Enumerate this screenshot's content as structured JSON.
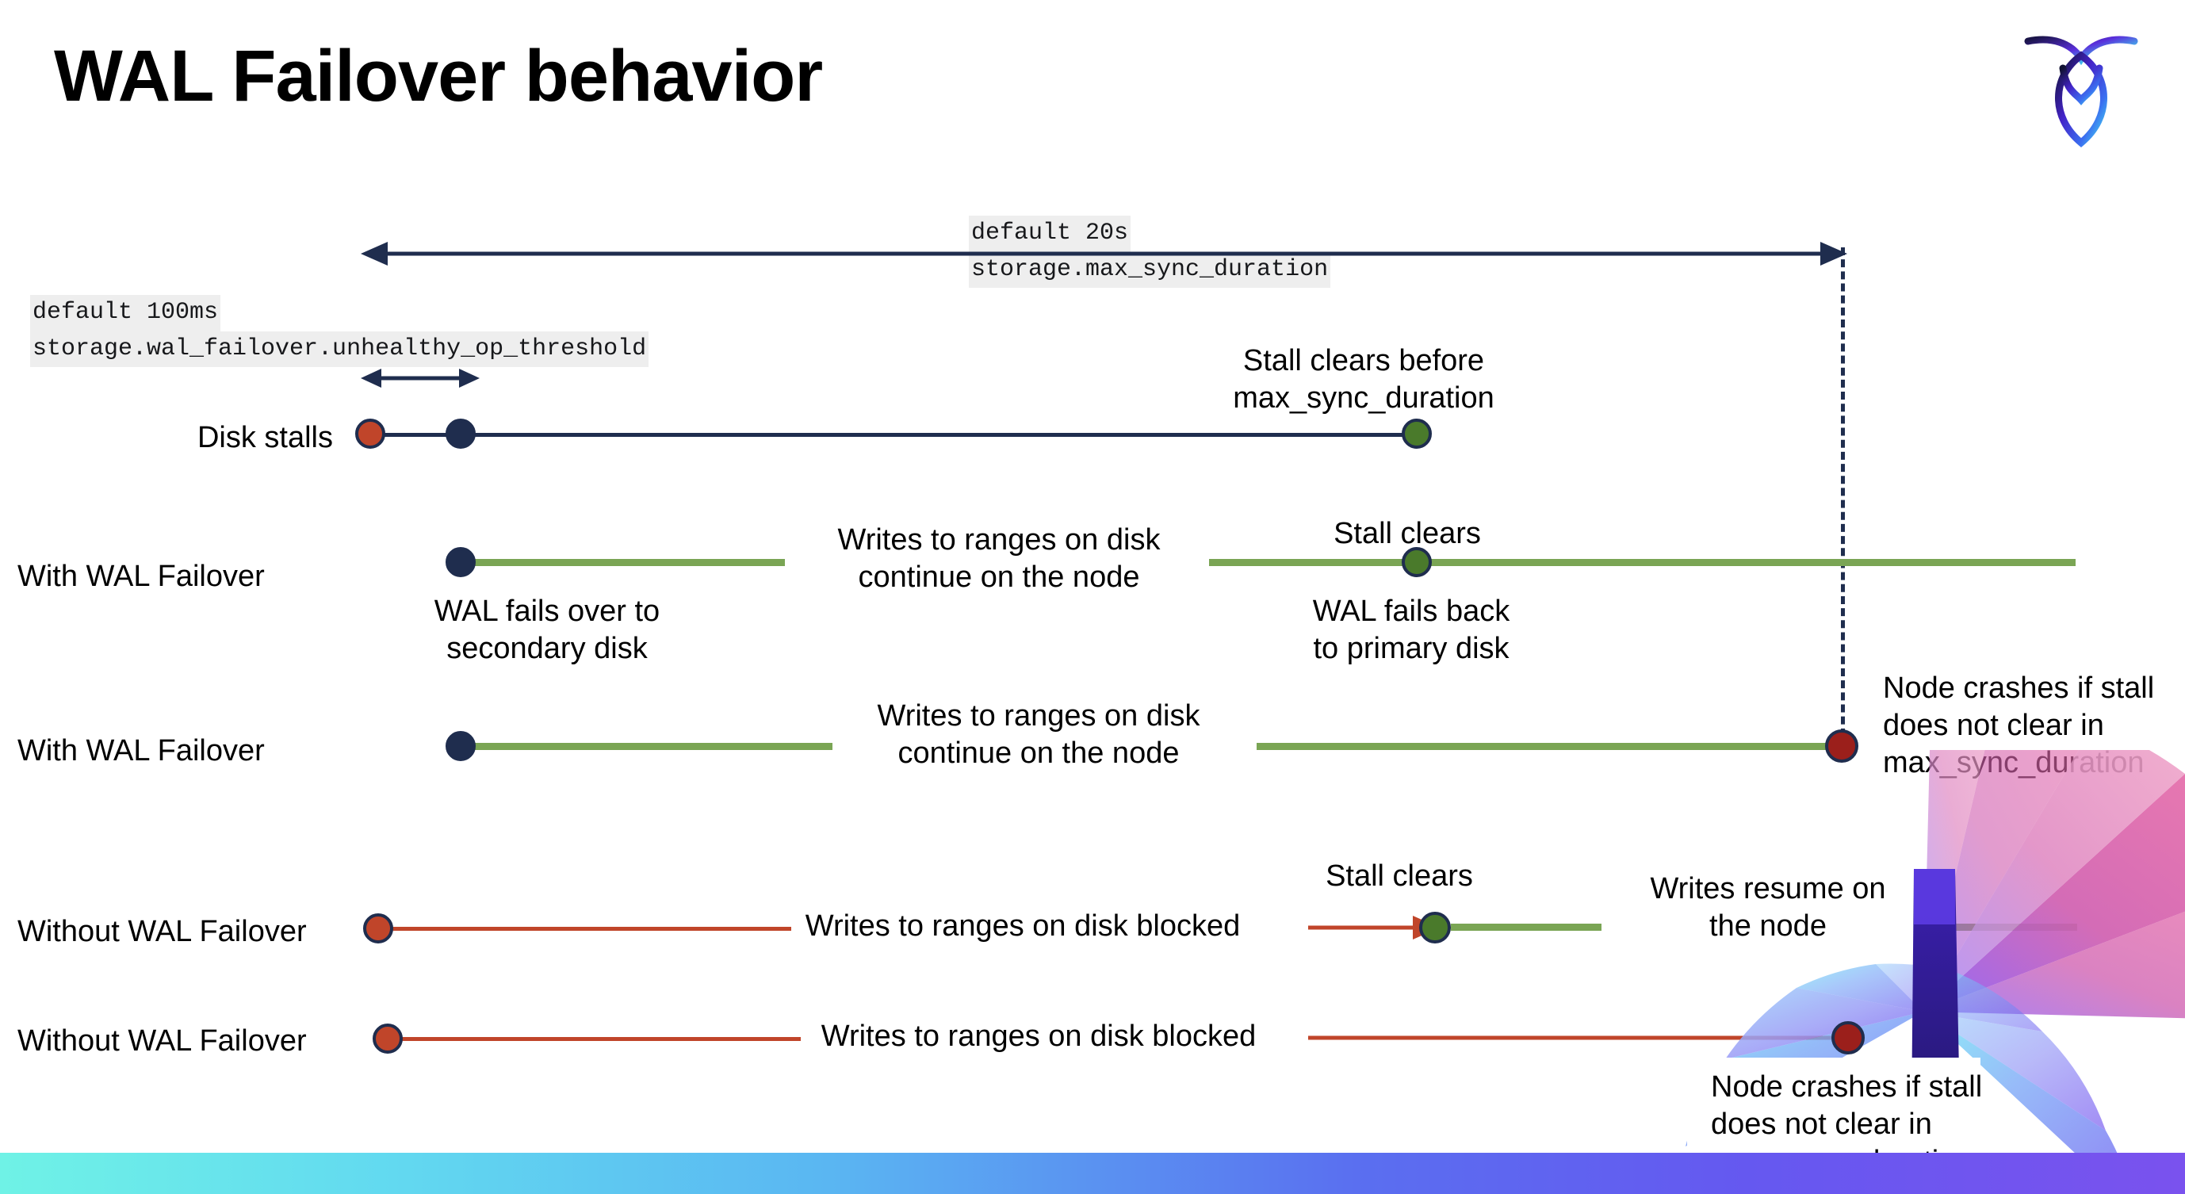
{
  "slide": {
    "title": "WAL Failover behavior",
    "logo_name": "cockroachdb-logo"
  },
  "settings": {
    "max_sync": {
      "default": "default 20s",
      "name": "storage.max_sync_duration"
    },
    "unhealthy": {
      "default": "default 100ms",
      "name": "storage.wal_failover.unhealthy_op_threshold"
    }
  },
  "colors": {
    "navy": "#1f2d4e",
    "orange": "#c0452a",
    "green_line": "#7aa554",
    "green_dot": "#4a7a2b",
    "dark_red": "#9b1f1b",
    "code_bg": "#eeeeee"
  },
  "rows": [
    {
      "id": "disk-stalls",
      "label": "Disk stalls",
      "annotations": [
        "Stall clears before\nmax_sync_duration"
      ]
    },
    {
      "id": "with-wal-failover-1",
      "label": "With WAL Failover",
      "annotations": [
        "Writes to ranges on disk\ncontinue on the node",
        "Stall clears",
        "WAL fails over to\nsecondary disk",
        "WAL fails  back\nto primary disk"
      ]
    },
    {
      "id": "with-wal-failover-2",
      "label": "With WAL Failover",
      "annotations": [
        "Writes to ranges on disk\ncontinue on the node",
        "Node crashes if stall\ndoes not clear in\nmax_sync_duration"
      ]
    },
    {
      "id": "without-wal-failover-1",
      "label": "Without WAL Failover",
      "annotations": [
        "Writes to ranges on disk  blocked",
        "Stall clears",
        "Writes resume on\nthe node"
      ]
    },
    {
      "id": "without-wal-failover-2",
      "label": "Without WAL Failover",
      "annotations": [
        "Writes to ranges on disk  blocked",
        "Node crashes if stall\ndoes not clear in\nmax_sync_duration"
      ]
    }
  ]
}
